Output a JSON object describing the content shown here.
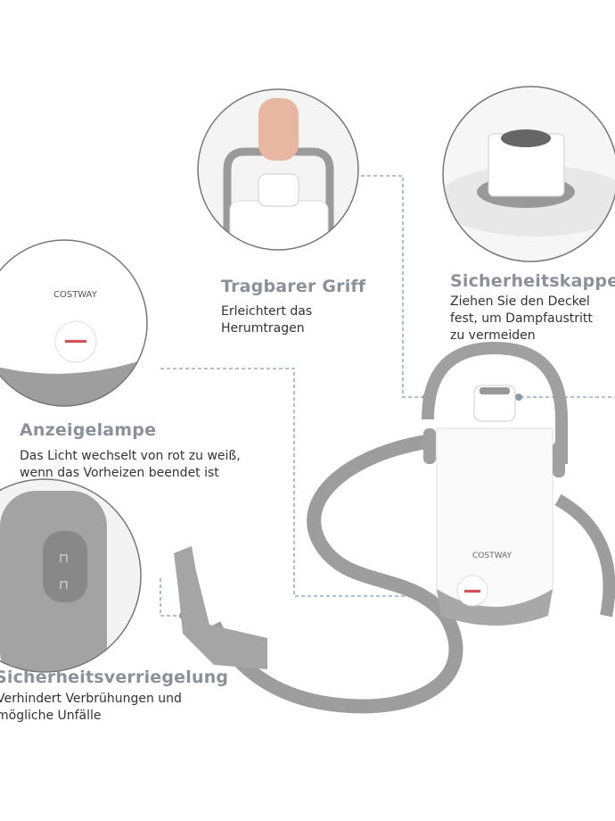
{
  "features": [
    {
      "title": "Tragbarer Griff",
      "lines": [
        "Erleichtert das",
        "Herumtragen"
      ]
    },
    {
      "title": "Sicherheitskappe",
      "lines": [
        "Ziehen Sie den Deckel",
        "fest, um Dampfaustritt",
        "zu vermeiden"
      ]
    },
    {
      "title": "Anzeigelampe",
      "lines": [
        "Das Licht wechselt von rot zu weiß,",
        "wenn das Vorheizen beendet ist"
      ]
    },
    {
      "title": "Sicherheitsverriegelung",
      "lines": [
        "Verhindert Verbrühungen und",
        "mögliche Unfälle"
      ]
    }
  ],
  "brand_logo": "COSTWAY",
  "colors": {
    "title": "#8b9199",
    "text": "#333333",
    "product_gray": "#9a9a9a",
    "indicator_red": "#e8474f",
    "dashed_line": "#8a9aa8"
  }
}
